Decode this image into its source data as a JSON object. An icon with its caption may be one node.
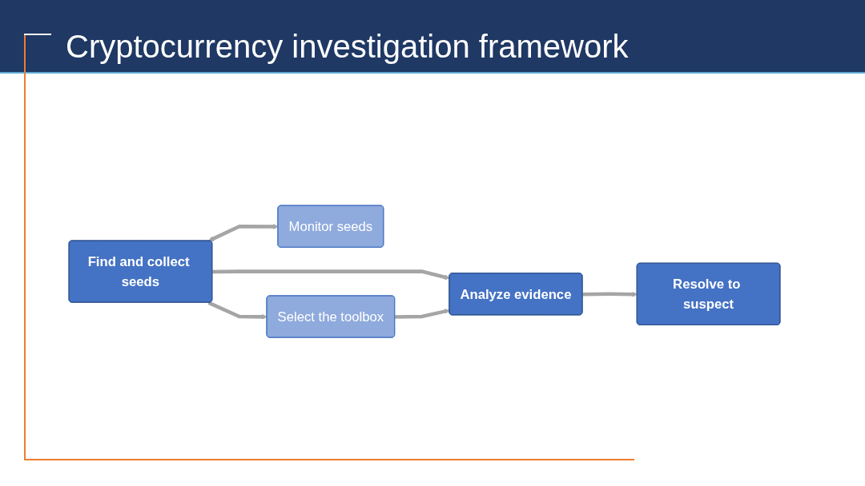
{
  "diagram": {
    "title": "Cryptocurrency investigation framework",
    "nodes": [
      {
        "text": [
          "Find and collect seeds"
        ]
      },
      {
        "text": [
          "Analyze evidence"
        ]
      },
      {
        "text": [
          "Resolve to suspect"
        ]
      },
      {
        "text": [
          "Monitor seeds"
        ]
      },
      {
        "text": [
          "Select the toolbox"
        ]
      }
    ],
    "edges": [
      {
        "from": 0,
        "to": 1,
        "arrow": "to"
      },
      {
        "from": 1,
        "to": 2,
        "arrow": "to"
      },
      {
        "from": 0,
        "to": 3,
        "arrow": "both"
      },
      {
        "from": 0,
        "to": 4,
        "arrow": "to"
      },
      {
        "from": 4,
        "to": 1,
        "arrow": "to"
      }
    ]
  }
}
